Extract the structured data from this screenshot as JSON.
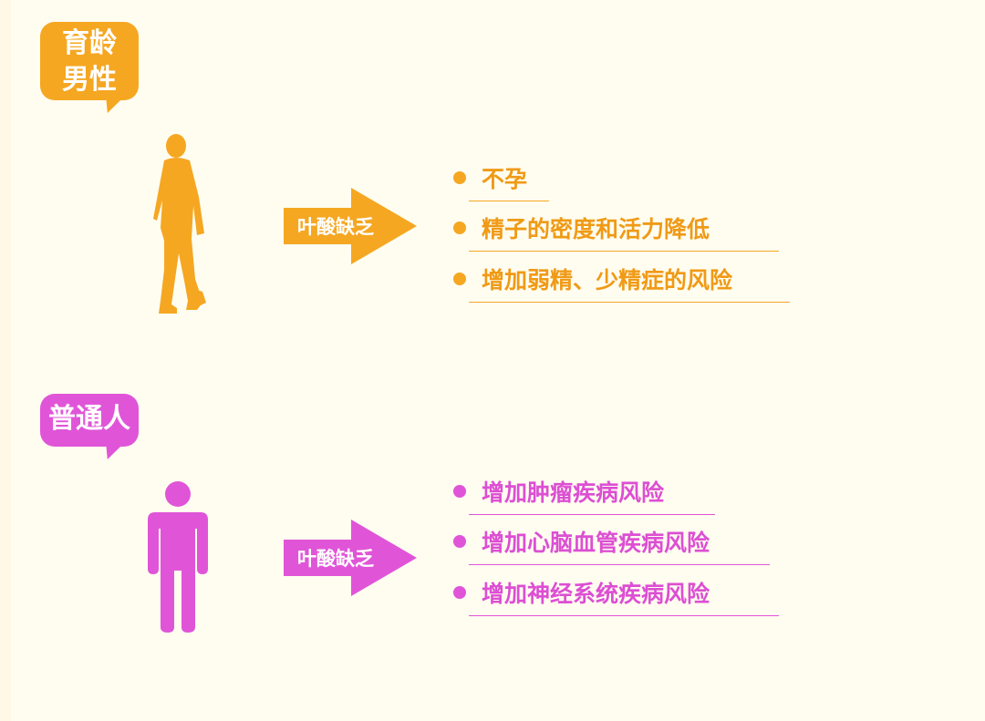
{
  "groups": [
    {
      "label_line1": "育龄",
      "label_line2": "男性",
      "arrow_label": "叶酸缺乏",
      "color": "#f5a722",
      "effects": [
        "不孕",
        "精子的密度和活力降低",
        "增加弱精、少精症的风险"
      ]
    },
    {
      "label_line1": "普通人",
      "arrow_label": "叶酸缺乏",
      "color": "#e055d8",
      "effects": [
        "增加肿瘤疾病风险",
        "增加心脑血管疾病风险",
        "增加神经系统疾病风险"
      ]
    }
  ],
  "icons": {
    "male_figure": "walking-man-silhouette-icon",
    "person_figure": "person-icon",
    "arrow": "arrow-right-icon"
  }
}
